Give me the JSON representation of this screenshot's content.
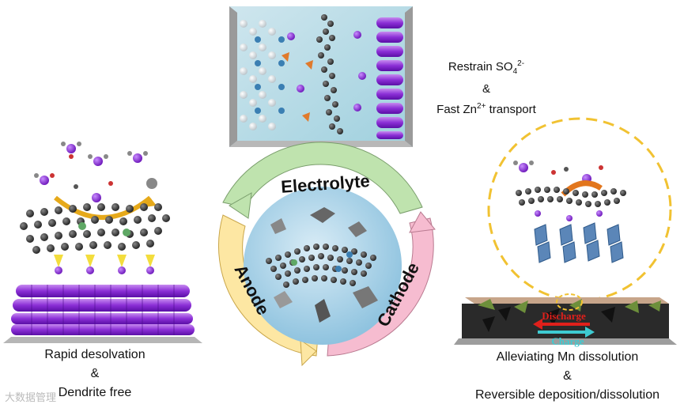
{
  "cycle": {
    "electrolyte_label": "Electrolyte",
    "anode_label": "Anode",
    "cathode_label": "Cathode"
  },
  "top_caption": {
    "line1_main": "Restrain SO",
    "line1_sub": "4",
    "line1_sup": "2-",
    "line2": "&",
    "line3_main": "Fast Zn",
    "line3_sup": "2+",
    "line3_rest": " transport"
  },
  "left_caption": {
    "line1": "Rapid desolvation",
    "line2": "&",
    "line3": "Dendrite free"
  },
  "right_caption": {
    "line1": "Alleviating Mn dissolution",
    "line2": "&",
    "line3": "Reversible deposition/dissolution"
  },
  "arrows": {
    "discharge": "Discharge",
    "charge": "Charge"
  },
  "watermark": "大数据管理",
  "colors": {
    "electrolyte_arc": "#bfe3ae",
    "anode_arc": "#fde7a3",
    "cathode_arc": "#f6bcd0",
    "zinc": "#8a2be2",
    "graphene": "#3a3a3a",
    "discharge": "#e0201b",
    "charge": "#3ecad1"
  }
}
